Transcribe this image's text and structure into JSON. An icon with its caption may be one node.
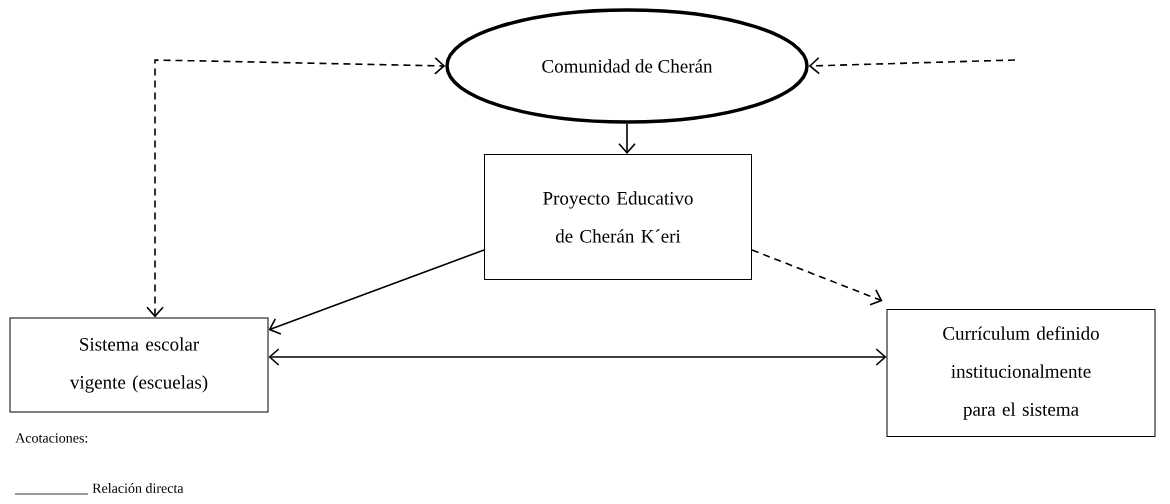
{
  "diagram": {
    "nodes": [
      {
        "text": [
          "Comunidad de Cherán"
        ]
      },
      {
        "text": [
          "Proyecto Educativo de Cherán K´eri"
        ]
      },
      {
        "text": [
          "Sistema escolar vigente (escuelas)"
        ]
      },
      {
        "text": [
          "Currículum definido institucionalmente para el sistema"
        ]
      }
    ],
    "edges": [
      {
        "from": 2,
        "to": 0,
        "arrow": "both",
        "style": "dashed"
      },
      {
        "from": null,
        "to": 0,
        "arrow": "to",
        "style": "dashed"
      },
      {
        "from": 0,
        "to": 1,
        "arrow": "to"
      },
      {
        "from": 1,
        "to": 2,
        "arrow": "to"
      },
      {
        "from": 1,
        "to": 3,
        "arrow": "to",
        "style": "dashed"
      },
      {
        "from": 2,
        "to": 3,
        "arrow": "both"
      }
    ],
    "labels": [
      "Acotaciones:"
    ],
    "legend": [
      {
        "text": "Relación directa"
      }
    ]
  }
}
